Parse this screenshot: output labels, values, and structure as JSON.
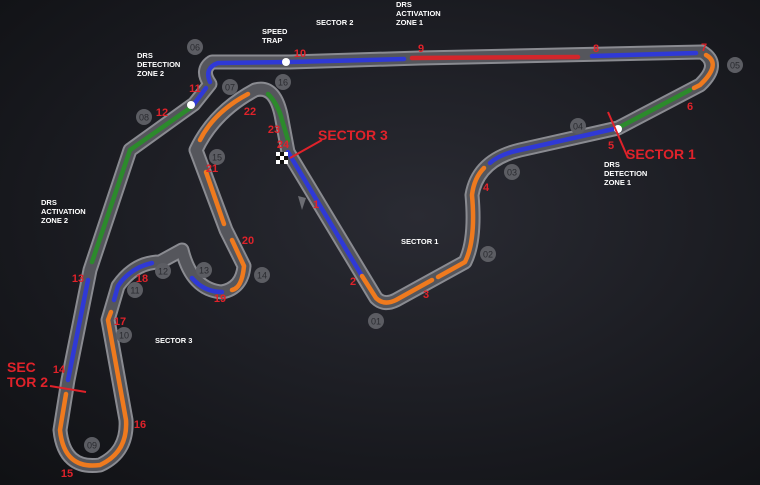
{
  "colors": {
    "asphalt": "#55565c",
    "curb": "#8a8b91",
    "sector_blue": "#2f39d6",
    "sector_green": "#2c8a2c",
    "sector_orange": "#ef7a1e",
    "drs_red": "#d3262b",
    "turn_red": "#e0222a",
    "label_white": "#ffffff",
    "badge_grey": "#5c5d63"
  },
  "turns": [
    {
      "label": "1"
    },
    {
      "label": "2"
    },
    {
      "label": "3"
    },
    {
      "label": "4"
    },
    {
      "label": "5"
    },
    {
      "label": "6"
    },
    {
      "label": "7"
    },
    {
      "label": "8"
    },
    {
      "label": "9"
    },
    {
      "label": "10"
    },
    {
      "label": "11"
    },
    {
      "label": "12"
    },
    {
      "label": "13"
    },
    {
      "label": "14"
    },
    {
      "label": "15"
    },
    {
      "label": "16"
    },
    {
      "label": "17"
    },
    {
      "label": "18"
    },
    {
      "label": "19"
    },
    {
      "label": "20"
    },
    {
      "label": "21"
    },
    {
      "label": "22"
    },
    {
      "label": "23"
    },
    {
      "label": "24"
    }
  ],
  "markers": [
    "01",
    "02",
    "03",
    "04",
    "05",
    "06",
    "07",
    "08",
    "09",
    "10",
    "11",
    "12",
    "13",
    "14",
    "15",
    "16"
  ],
  "sector_lines": {
    "sector1": "SECTOR 1",
    "sector2_top": "SEC",
    "sector2_bottom": "TOR 2",
    "sector3": "SECTOR 3"
  },
  "sector_captions": {
    "sector1": "SECTOR 1",
    "sector2": "SECTOR 2",
    "sector3": "SECTOR 3"
  },
  "annotations": {
    "speed_trap": [
      "SPEED",
      "TRAP"
    ],
    "drs_detection_1": [
      "DRS",
      "DETECTION",
      "ZONE 1"
    ],
    "drs_detection_2": [
      "DRS",
      "DETECTION",
      "ZONE 2"
    ],
    "drs_activation_1": [
      "DRS",
      "ACTIVATION",
      "ZONE 1"
    ],
    "drs_activation_2": [
      "DRS",
      "ACTIVATION",
      "ZONE 2"
    ]
  }
}
